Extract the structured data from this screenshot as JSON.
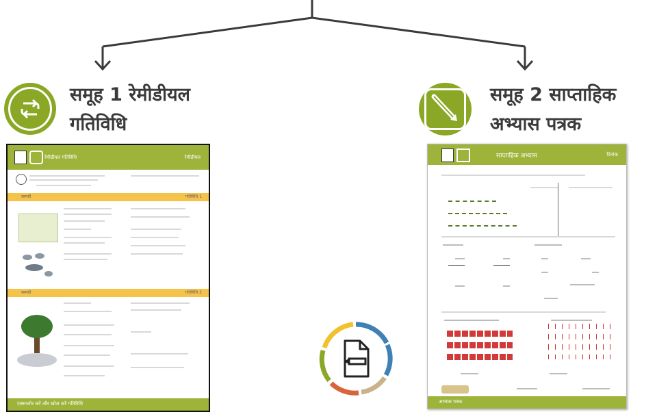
{
  "group1": {
    "heading_line1": "समूह 1 रेमीडीयल",
    "heading_line2": "गतिविधि",
    "sheet": {
      "header_title": "रेमीडीयल गतिविधि",
      "header_right": "रेमीडीयल",
      "section1_label": "सामग्री",
      "section1_right": "गतिविधि 1",
      "section2_label": "सामग्री",
      "section2_right": "गतिविधि 2",
      "footer_text": "एक्सप्लोर करें और खोज करें गतिविधि"
    }
  },
  "group2": {
    "heading_line1": "समूह 2 साप्ताहिक",
    "heading_line2": "अभ्यास पत्रक",
    "sheet": {
      "header_title": "साप्ताहिक अभ्यास",
      "header_right": "दिनांक",
      "footer_text": "अभ्यास पत्रक"
    }
  },
  "colors": {
    "accent_green": "#8aa826",
    "sheet_green": "#9db33a",
    "orange": "#f5c24a",
    "connector": "#3a3a3a",
    "ring": [
      "#f2c12e",
      "#3f80b5",
      "#c9b48a",
      "#d9633a",
      "#8aa826"
    ]
  },
  "icons": {
    "group1_badge": "refresh-loop-icon",
    "group2_badge": "pencil-note-icon",
    "center": "document-pencil-icon"
  }
}
